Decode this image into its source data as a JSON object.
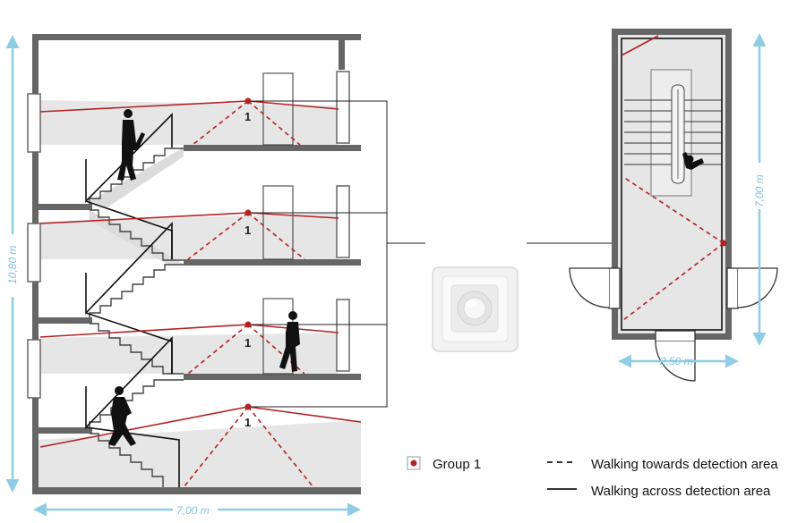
{
  "section_view": {
    "height_label": "10,80 m",
    "width_label": "7,00 m",
    "sensor_labels": [
      "1",
      "1",
      "1",
      "1"
    ]
  },
  "plan_view": {
    "length_label": "7,00 m",
    "width_label": "2,50 m"
  },
  "legend": {
    "group_label": "Group 1",
    "dashed_label": "Walking towards detection area",
    "solid_label": "Walking across detection area"
  },
  "colors": {
    "detection_line": "#b22222",
    "dimension_arrow": "#8fcde6",
    "wall": "#666666",
    "floor_fill": "#e6e6e6"
  }
}
